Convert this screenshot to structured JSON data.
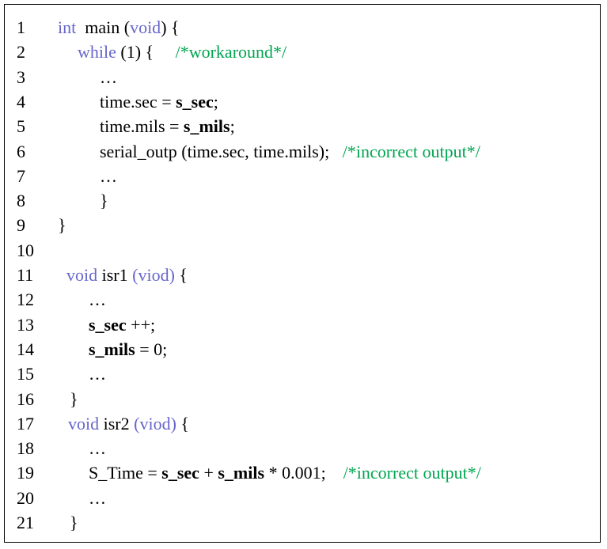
{
  "code_lines": [
    {
      "no": "1",
      "segments": [
        {
          "t": "int",
          "s": "kw"
        },
        {
          "t": "  main (",
          "s": "n"
        },
        {
          "t": "void",
          "s": "kw"
        },
        {
          "t": ") {",
          "s": "n"
        }
      ]
    },
    {
      "no": "2",
      "segments": [
        {
          "t": "while",
          "s": "kw"
        },
        {
          "t": " (1) {     ",
          "s": "n"
        },
        {
          "t": "/*workaround*/",
          "s": "cm"
        }
      ]
    },
    {
      "no": "3",
      "segments": [
        {
          "t": "…",
          "s": "n"
        }
      ]
    },
    {
      "no": "4",
      "segments": [
        {
          "t": "time.sec = ",
          "s": "n"
        },
        {
          "t": "s_sec",
          "s": "b"
        },
        {
          "t": ";",
          "s": "n"
        }
      ]
    },
    {
      "no": "5",
      "segments": [
        {
          "t": "time.mils = ",
          "s": "n"
        },
        {
          "t": "s_mils",
          "s": "b"
        },
        {
          "t": ";",
          "s": "n"
        }
      ]
    },
    {
      "no": "6",
      "segments": [
        {
          "t": "serial_outp (time.sec, time.mils);   ",
          "s": "n"
        },
        {
          "t": "/*incorrect output*/",
          "s": "cm"
        }
      ]
    },
    {
      "no": "7",
      "segments": [
        {
          "t": "…",
          "s": "n"
        }
      ]
    },
    {
      "no": "8",
      "segments": [
        {
          "t": "}",
          "s": "n"
        }
      ]
    },
    {
      "no": "9",
      "segments": [
        {
          "t": "}",
          "s": "n"
        }
      ]
    },
    {
      "no": "10",
      "segments": []
    },
    {
      "no": "11",
      "segments": [
        {
          "t": "void",
          "s": "kw"
        },
        {
          "t": " isr1 ",
          "s": "n"
        },
        {
          "t": "(viod)",
          "s": "kw"
        },
        {
          "t": " {",
          "s": "n"
        }
      ]
    },
    {
      "no": "12",
      "segments": [
        {
          "t": "…",
          "s": "n"
        }
      ]
    },
    {
      "no": "13",
      "segments": [
        {
          "t": "s_sec",
          "s": "b"
        },
        {
          "t": " ++;",
          "s": "n"
        }
      ]
    },
    {
      "no": "14",
      "segments": [
        {
          "t": "s_mils",
          "s": "b"
        },
        {
          "t": " = 0;",
          "s": "n"
        }
      ]
    },
    {
      "no": "15",
      "segments": [
        {
          "t": "…",
          "s": "n"
        }
      ]
    },
    {
      "no": "16",
      "segments": [
        {
          "t": "}",
          "s": "n"
        }
      ]
    },
    {
      "no": "17",
      "segments": [
        {
          "t": "void",
          "s": "kw"
        },
        {
          "t": " isr2 ",
          "s": "n"
        },
        {
          "t": "(viod)",
          "s": "kw"
        },
        {
          "t": " {",
          "s": "n"
        }
      ]
    },
    {
      "no": "18",
      "segments": [
        {
          "t": "…",
          "s": "n"
        }
      ]
    },
    {
      "no": "19",
      "segments": [
        {
          "t": "S_Time = ",
          "s": "n"
        },
        {
          "t": "s_sec",
          "s": "b"
        },
        {
          "t": " + ",
          "s": "n"
        },
        {
          "t": "s_mils",
          "s": "b"
        },
        {
          "t": " * 0.001;    ",
          "s": "n"
        },
        {
          "t": "/*incorrect output*/",
          "s": "cm"
        }
      ]
    },
    {
      "no": "20",
      "segments": [
        {
          "t": "…",
          "s": "n"
        }
      ]
    },
    {
      "no": "21",
      "segments": [
        {
          "t": "}",
          "s": "n"
        }
      ]
    }
  ],
  "colors": {
    "keyword": "#6666cc",
    "comment": "#00a550",
    "text": "#000000",
    "border": "#000000"
  }
}
